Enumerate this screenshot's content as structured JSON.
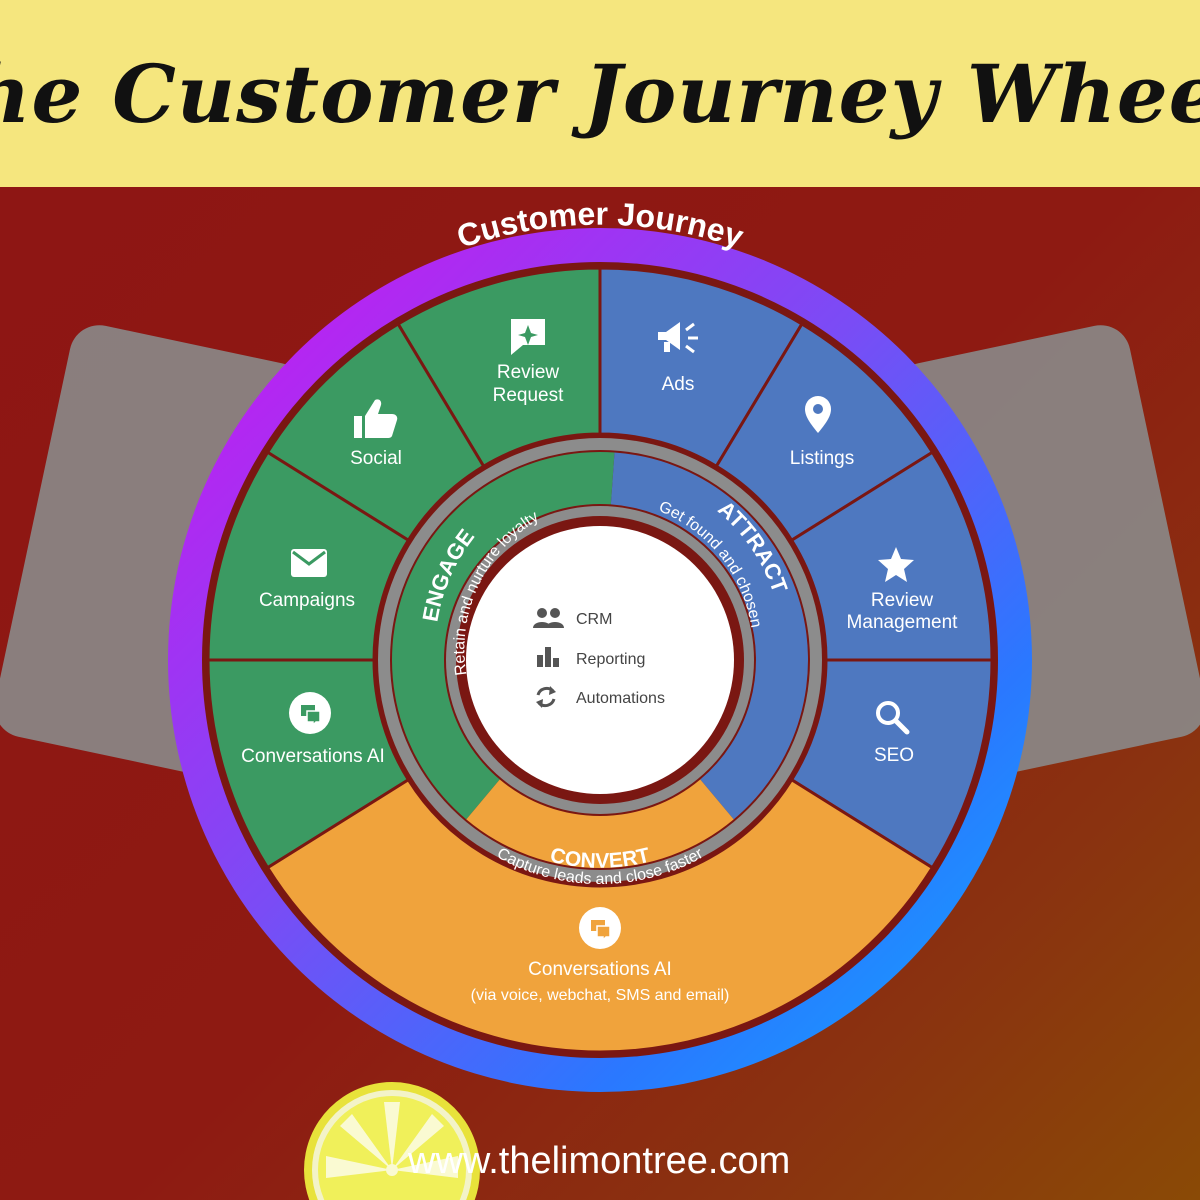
{
  "banner": {
    "title": "The Customer Journey Wheel!"
  },
  "ring": {
    "label": "Customer Journey"
  },
  "segments": {
    "review_request": "Review Request",
    "ads": "Ads",
    "social": "Social",
    "listings": "Listings",
    "campaigns": "Campaigns",
    "review_management": "Review Management",
    "conversations_ai_left": "Conversations AI",
    "seo": "SEO",
    "conversations_ai_bottom": "Conversations AI",
    "conversations_ai_bottom_sub": "(via voice, webchat, SMS and email)"
  },
  "stages": {
    "engage": {
      "title": "ENGAGE",
      "subtitle": "Retain and nurture loyalty"
    },
    "attract": {
      "title": "ATTRACT",
      "subtitle": "Get found and chosen"
    },
    "convert": {
      "title": "CONVERT",
      "subtitle": "Capture leads and close faster"
    }
  },
  "core": {
    "items": [
      "CRM",
      "Reporting",
      "Automations"
    ]
  },
  "footer": {
    "url": "www.thelimontree.com"
  },
  "colors": {
    "engage": "#3b9a62",
    "attract": "#4e78c0",
    "convert": "#f0a33c",
    "banner": "#f5e67e",
    "background": "#8e1514"
  },
  "icons": [
    "sparkle-chat-icon",
    "megaphone-icon",
    "thumbs-up-icon",
    "map-pin-icon",
    "envelope-icon",
    "star-icon",
    "chat-bubbles-icon",
    "magnifier-icon",
    "people-icon",
    "bar-chart-icon",
    "refresh-icon",
    "lemon-icon"
  ]
}
